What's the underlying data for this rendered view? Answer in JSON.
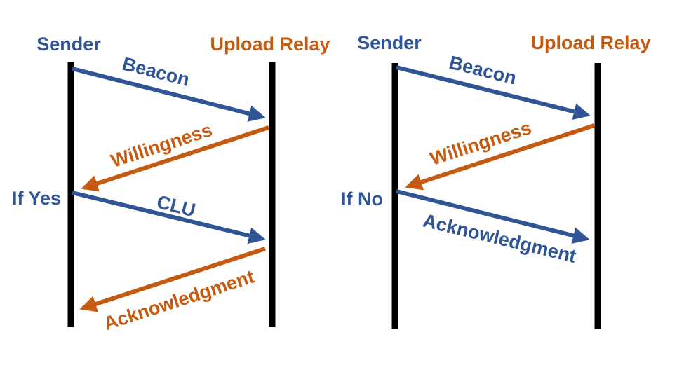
{
  "colors": {
    "blue": "#2F5597",
    "orange": "#C55A11",
    "lifeline": "#000000"
  },
  "diagrams": [
    {
      "left_participant": "Sender",
      "right_participant": "Upload Relay",
      "condition": "If Yes",
      "messages": [
        {
          "label": "Beacon",
          "from": "Sender",
          "to": "Upload Relay"
        },
        {
          "label": "Willingness",
          "from": "Upload Relay",
          "to": "Sender"
        },
        {
          "label": "CLU",
          "from": "Sender",
          "to": "Upload Relay"
        },
        {
          "label": "Acknowledgment",
          "from": "Upload Relay",
          "to": "Sender"
        }
      ]
    },
    {
      "left_participant": "Sender",
      "right_participant": "Upload Relay",
      "condition": "If No",
      "messages": [
        {
          "label": "Beacon",
          "from": "Sender",
          "to": "Upload Relay"
        },
        {
          "label": "Willingness",
          "from": "Upload Relay",
          "to": "Sender"
        },
        {
          "label": "Acknowledgment",
          "from": "Sender",
          "to": "Upload Relay"
        }
      ]
    }
  ]
}
